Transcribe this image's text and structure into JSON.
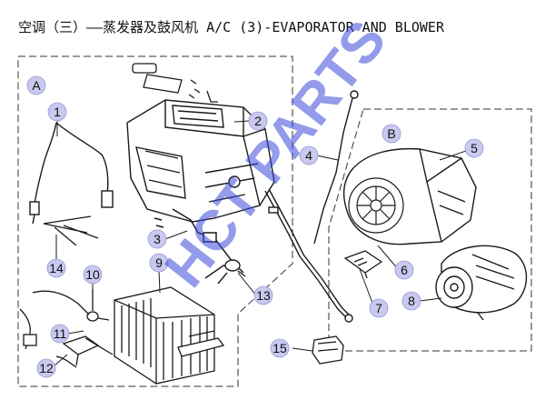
{
  "title": "空调（三）——蒸发器及鼓风机 A/C (3)-EVAPORATOR AND BLOWER",
  "group_labels": {
    "a": "A",
    "b": "B"
  },
  "callouts": [
    "1",
    "2",
    "3",
    "4",
    "5",
    "6",
    "7",
    "8",
    "9",
    "10",
    "11",
    "12",
    "13",
    "14",
    "15"
  ],
  "watermark": "HCT PARTS",
  "colors": {
    "callout_fill": "#c9c8ef",
    "watermark": "#3a49d8",
    "line": "#1a1a1a"
  }
}
